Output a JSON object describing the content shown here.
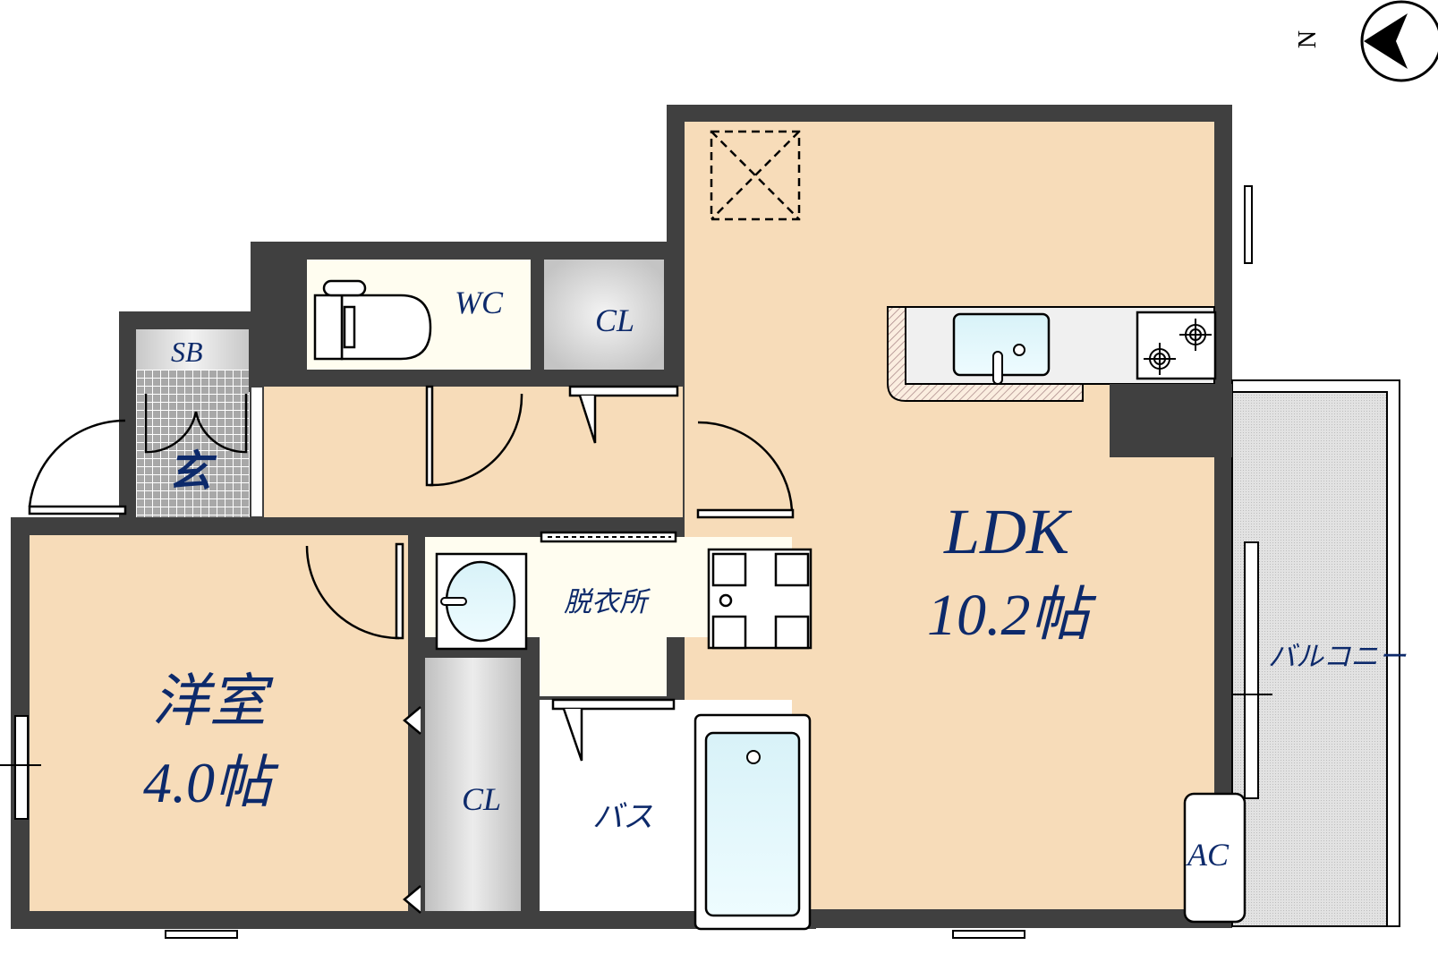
{
  "floorplan": {
    "colors": {
      "wall": "#404040",
      "room_floor": "#f7dcb9",
      "wet_area": "#fffdf0",
      "closet": "#d4d4d4",
      "entrance_tile": "#b0b0b0",
      "balcony": "#dcdcdc",
      "label_text": "#0d2a6b"
    },
    "compass": {
      "label": "N"
    },
    "rooms": {
      "ldk": {
        "name": "LDK",
        "size": "10.2帖"
      },
      "western_room": {
        "name": "洋室",
        "size": "4.0帖"
      },
      "wc": {
        "name": "WC"
      },
      "closet_hall": {
        "name": "CL"
      },
      "closet_room": {
        "name": "CL"
      },
      "shoe_box": {
        "name": "SB"
      },
      "entrance": {
        "name": "玄"
      },
      "dressing_room": {
        "name": "脱衣所"
      },
      "bath": {
        "name": "バス"
      },
      "balcony": {
        "name": "バルコニー"
      },
      "air_conditioner": {
        "name": "AC"
      }
    }
  }
}
